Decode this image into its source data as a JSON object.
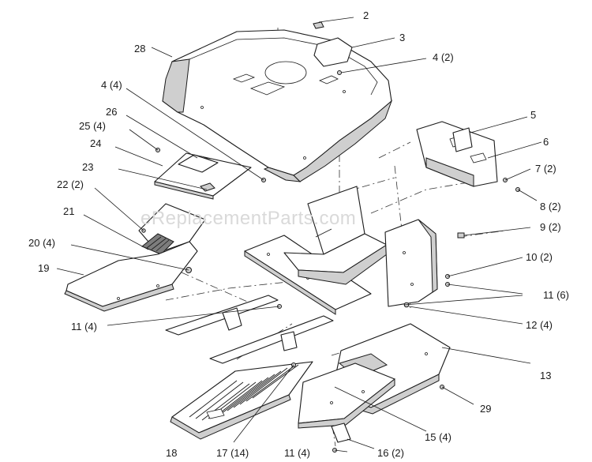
{
  "watermark": "eReplacementParts.com",
  "callouts": [
    {
      "id": "c2",
      "text": "2"
    },
    {
      "id": "c3",
      "text": "3"
    },
    {
      "id": "c4a",
      "text": "4 (2)"
    },
    {
      "id": "c28",
      "text": "28"
    },
    {
      "id": "c4b",
      "text": "4 (4)"
    },
    {
      "id": "c26",
      "text": "26"
    },
    {
      "id": "c25",
      "text": "25 (4)"
    },
    {
      "id": "c24",
      "text": "24"
    },
    {
      "id": "c23",
      "text": "23"
    },
    {
      "id": "c22",
      "text": "22 (2)"
    },
    {
      "id": "c21",
      "text": "21"
    },
    {
      "id": "c20",
      "text": "20 (4)"
    },
    {
      "id": "c19",
      "text": "19"
    },
    {
      "id": "c5",
      "text": "5"
    },
    {
      "id": "c6",
      "text": "6"
    },
    {
      "id": "c7",
      "text": "7 (2)"
    },
    {
      "id": "c8",
      "text": "8 (2)"
    },
    {
      "id": "c9",
      "text": "9 (2)"
    },
    {
      "id": "c10",
      "text": "10 (2)"
    },
    {
      "id": "c11b",
      "text": "11 (6)"
    },
    {
      "id": "c12",
      "text": "12 (4)"
    },
    {
      "id": "c11a",
      "text": "11 (4)"
    },
    {
      "id": "c13",
      "text": "13"
    },
    {
      "id": "c29",
      "text": "29"
    },
    {
      "id": "c15",
      "text": "15 (4)"
    },
    {
      "id": "c18",
      "text": "18"
    },
    {
      "id": "c17",
      "text": "17 (14)"
    },
    {
      "id": "c11c",
      "text": "11 (4)"
    },
    {
      "id": "c16",
      "text": "16 (2)"
    }
  ]
}
